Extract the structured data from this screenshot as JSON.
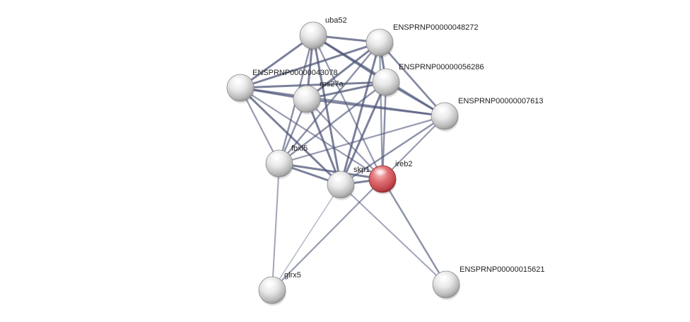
{
  "colors": {
    "background": "#ffffff",
    "edge": "#4d5578",
    "node_default": "#d9d9d9",
    "node_query": "#d9545a",
    "label_text": "#222222"
  },
  "network": {
    "nodes": [
      {
        "id": "uba52",
        "label": "uba52",
        "query": false
      },
      {
        "id": "ENSPRNP00000048272",
        "label": "ENSPRNP00000048272",
        "query": false
      },
      {
        "id": "ENSPRNP00000043078",
        "label": "ENSPRNP00000043078",
        "query": false
      },
      {
        "id": "rps27a",
        "label": "rps27a",
        "query": false
      },
      {
        "id": "ENSPRNP00000056286",
        "label": "ENSPRNP00000056286",
        "query": false
      },
      {
        "id": "ENSPRNP00000007613",
        "label": "ENSPRNP00000007613",
        "query": false
      },
      {
        "id": "fbxl5",
        "label": "fbxl5",
        "query": false
      },
      {
        "id": "skp1",
        "label": "skp1",
        "query": false
      },
      {
        "id": "ireb2",
        "label": "ireb2",
        "query": true
      },
      {
        "id": "glrx5",
        "label": "glrx5",
        "query": false
      },
      {
        "id": "ENSPRNP00000015621",
        "label": "ENSPRNP00000015621",
        "query": false
      }
    ],
    "edges": [
      {
        "source": "uba52",
        "target": "ENSPRNP00000048272",
        "weight": 0.9
      },
      {
        "source": "uba52",
        "target": "ENSPRNP00000043078",
        "weight": 0.9
      },
      {
        "source": "uba52",
        "target": "rps27a",
        "weight": 0.9
      },
      {
        "source": "uba52",
        "target": "ENSPRNP00000056286",
        "weight": 0.9
      },
      {
        "source": "uba52",
        "target": "ENSPRNP00000007613",
        "weight": 0.8
      },
      {
        "source": "uba52",
        "target": "fbxl5",
        "weight": 0.7
      },
      {
        "source": "uba52",
        "target": "skp1",
        "weight": 0.9
      },
      {
        "source": "uba52",
        "target": "ireb2",
        "weight": 0.6
      },
      {
        "source": "ENSPRNP00000048272",
        "target": "ENSPRNP00000043078",
        "weight": 0.9
      },
      {
        "source": "ENSPRNP00000048272",
        "target": "rps27a",
        "weight": 0.9
      },
      {
        "source": "ENSPRNP00000048272",
        "target": "ENSPRNP00000056286",
        "weight": 0.9
      },
      {
        "source": "ENSPRNP00000048272",
        "target": "ENSPRNP00000007613",
        "weight": 0.8
      },
      {
        "source": "ENSPRNP00000048272",
        "target": "fbxl5",
        "weight": 0.7
      },
      {
        "source": "ENSPRNP00000048272",
        "target": "skp1",
        "weight": 0.9
      },
      {
        "source": "ENSPRNP00000048272",
        "target": "ireb2",
        "weight": 0.6
      },
      {
        "source": "ENSPRNP00000043078",
        "target": "rps27a",
        "weight": 0.9
      },
      {
        "source": "ENSPRNP00000043078",
        "target": "ENSPRNP00000056286",
        "weight": 0.9
      },
      {
        "source": "ENSPRNP00000043078",
        "target": "ENSPRNP00000007613",
        "weight": 0.7
      },
      {
        "source": "ENSPRNP00000043078",
        "target": "fbxl5",
        "weight": 0.6
      },
      {
        "source": "ENSPRNP00000043078",
        "target": "skp1",
        "weight": 0.9
      },
      {
        "source": "ENSPRNP00000043078",
        "target": "ireb2",
        "weight": 0.6
      },
      {
        "source": "rps27a",
        "target": "ENSPRNP00000056286",
        "weight": 0.9
      },
      {
        "source": "rps27a",
        "target": "ENSPRNP00000007613",
        "weight": 0.8
      },
      {
        "source": "rps27a",
        "target": "fbxl5",
        "weight": 0.7
      },
      {
        "source": "rps27a",
        "target": "skp1",
        "weight": 0.9
      },
      {
        "source": "rps27a",
        "target": "ireb2",
        "weight": 0.6
      },
      {
        "source": "ENSPRNP00000056286",
        "target": "ENSPRNP00000007613",
        "weight": 0.8
      },
      {
        "source": "ENSPRNP00000056286",
        "target": "fbxl5",
        "weight": 0.7
      },
      {
        "source": "ENSPRNP00000056286",
        "target": "skp1",
        "weight": 0.9
      },
      {
        "source": "ENSPRNP00000056286",
        "target": "ireb2",
        "weight": 0.7
      },
      {
        "source": "ENSPRNP00000007613",
        "target": "fbxl5",
        "weight": 0.6
      },
      {
        "source": "ENSPRNP00000007613",
        "target": "skp1",
        "weight": 0.7
      },
      {
        "source": "ENSPRNP00000007613",
        "target": "ireb2",
        "weight": 0.6
      },
      {
        "source": "fbxl5",
        "target": "skp1",
        "weight": 0.9
      },
      {
        "source": "fbxl5",
        "target": "ireb2",
        "weight": 0.9
      },
      {
        "source": "fbxl5",
        "target": "glrx5",
        "weight": 0.5
      },
      {
        "source": "skp1",
        "target": "ireb2",
        "weight": 0.9
      },
      {
        "source": "skp1",
        "target": "glrx5",
        "weight": 0.3
      },
      {
        "source": "ireb2",
        "target": "glrx5",
        "weight": 0.6
      },
      {
        "source": "ireb2",
        "target": "ENSPRNP00000015621",
        "weight": 0.7
      },
      {
        "source": "skp1",
        "target": "ENSPRNP00000015621",
        "weight": 0.5
      }
    ]
  }
}
